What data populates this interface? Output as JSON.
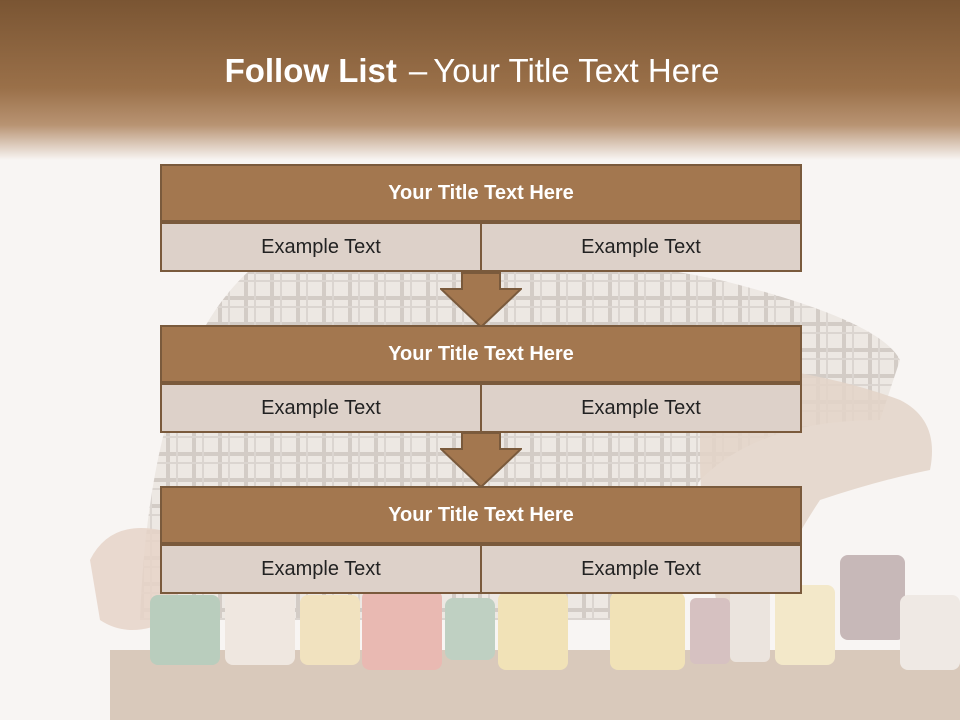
{
  "header": {
    "title_bold": "Follow List",
    "title_dash": "–",
    "title_rest": "Your Title Text Here"
  },
  "steps": [
    {
      "title": "Your Title Text Here",
      "left": "Example Text",
      "right": "Example Text"
    },
    {
      "title": "Your Title Text Here",
      "left": "Example Text",
      "right": "Example Text"
    },
    {
      "title": "Your Title Text Here",
      "left": "Example Text",
      "right": "Example Text"
    }
  ],
  "icons": {
    "connector": "down-arrow-icon"
  },
  "colors": {
    "header_brown": "#7a5533",
    "box_title_fill": "#a3774f",
    "box_border": "#7a5a3c",
    "cell_fill": "#ddd1c9",
    "arrow_fill": "#a3774f"
  }
}
